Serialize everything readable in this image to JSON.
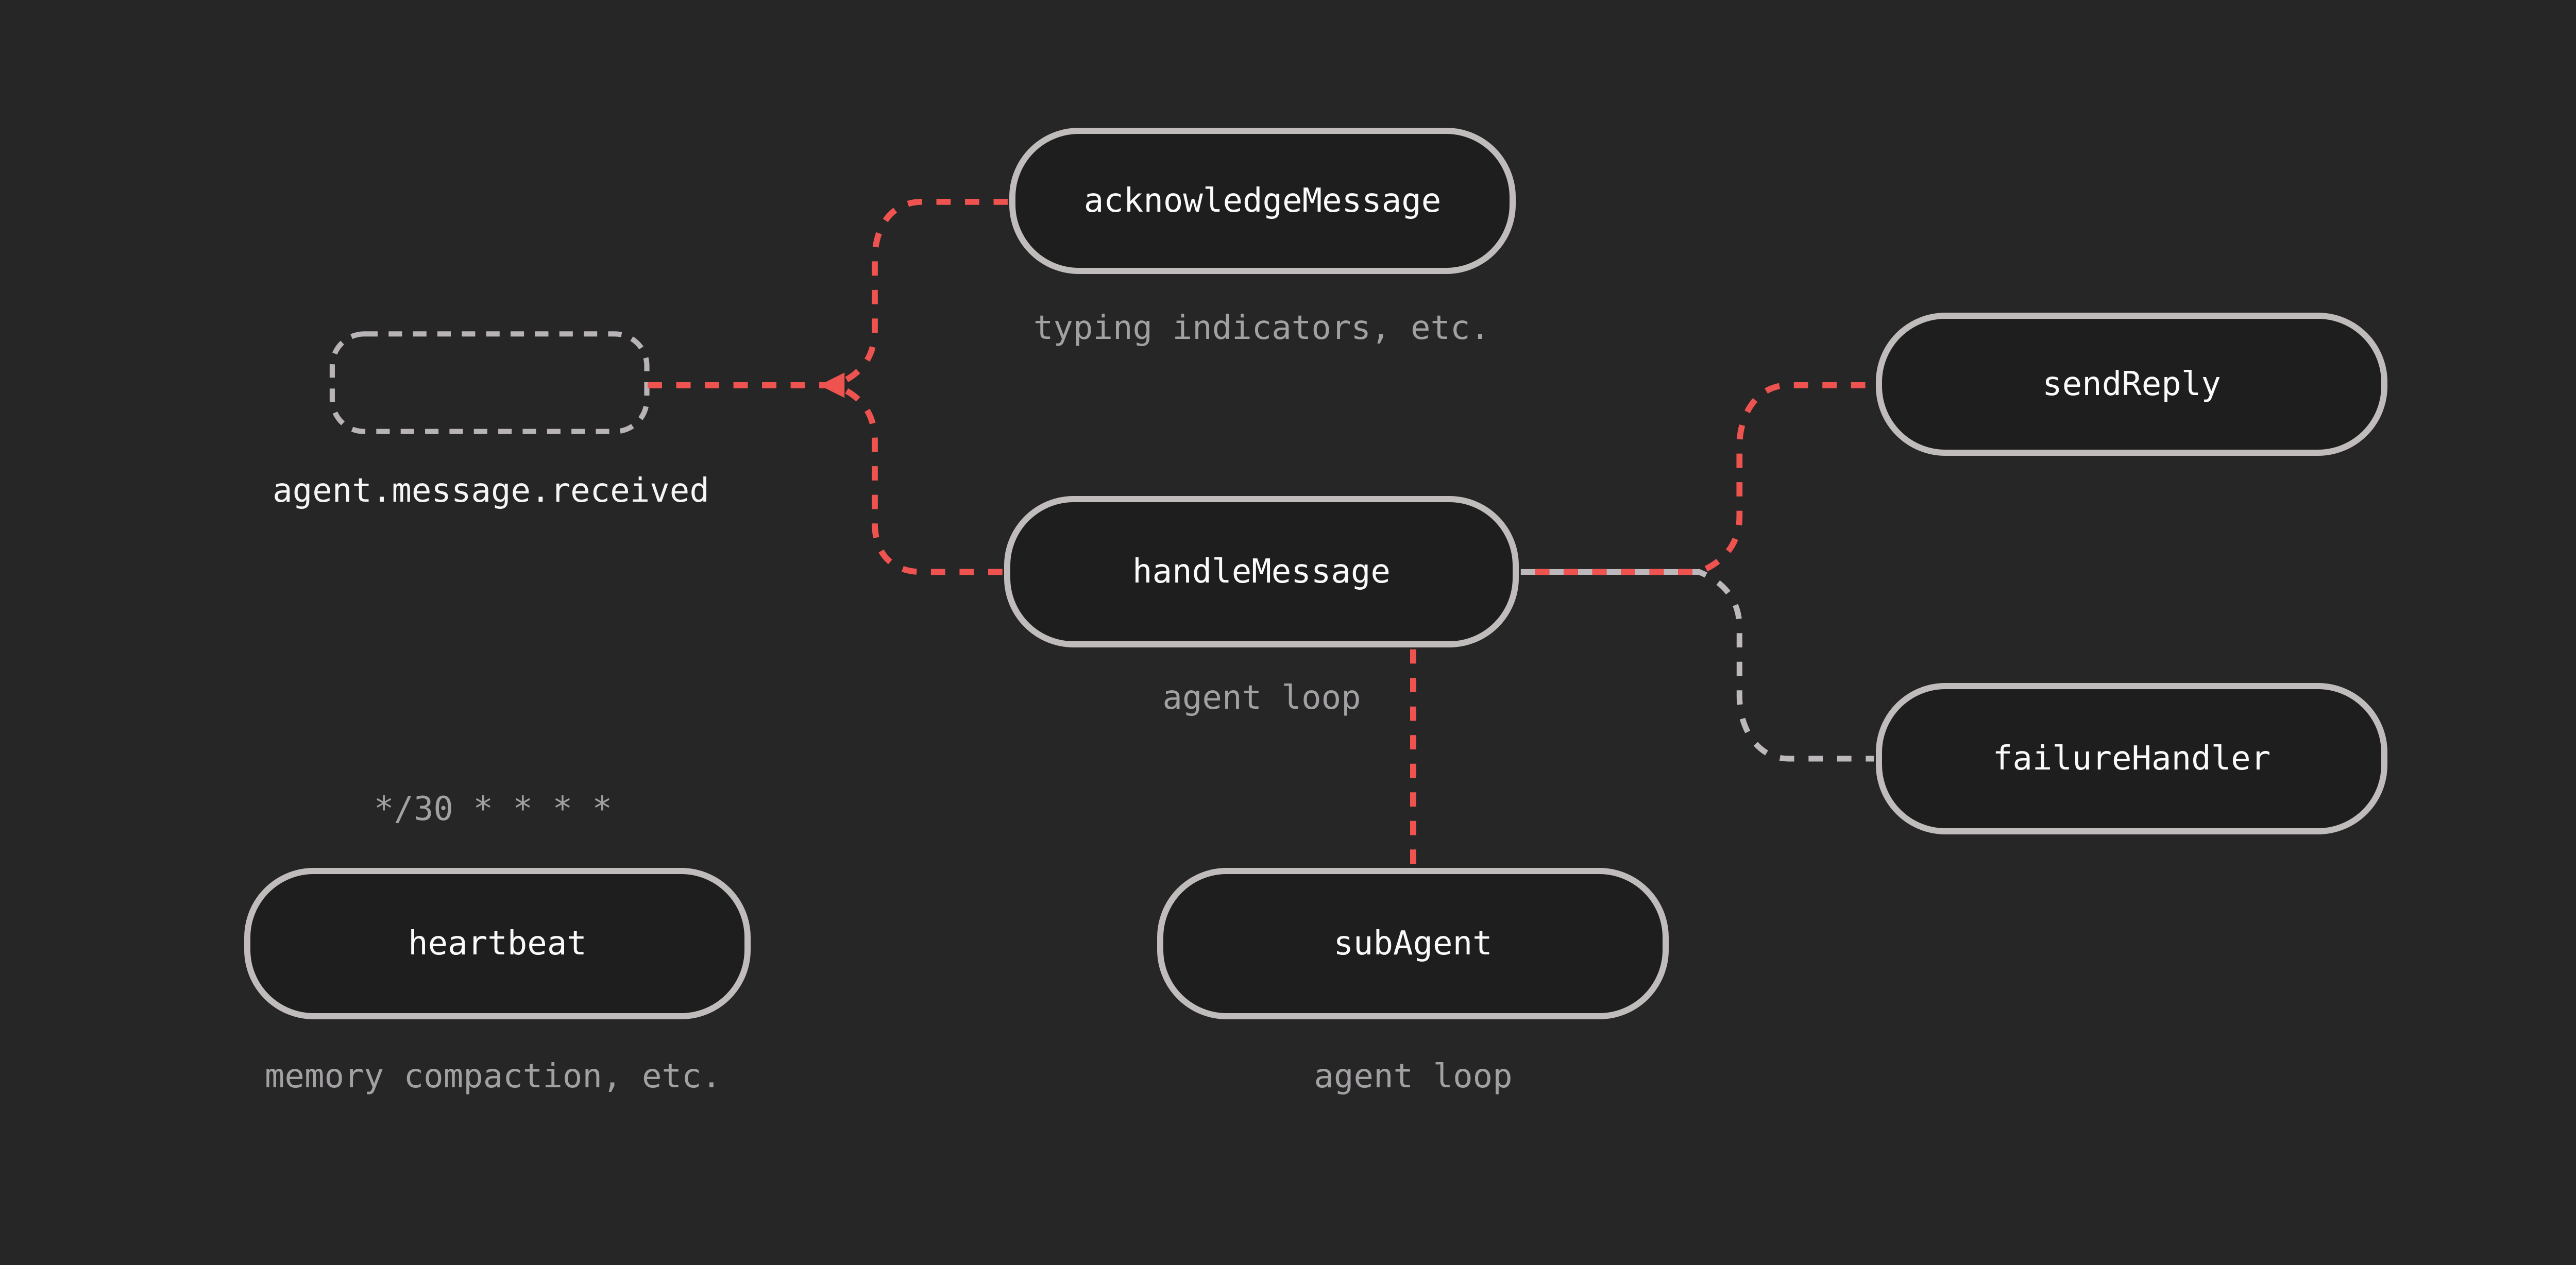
{
  "diagram": {
    "event_node": {
      "label": "agent.message.received"
    },
    "nodes": {
      "acknowledgeMessage": {
        "label": "acknowledgeMessage",
        "caption": "typing indicators, etc."
      },
      "handleMessage": {
        "label": "handleMessage",
        "caption": "agent loop"
      },
      "sendReply": {
        "label": "sendReply"
      },
      "failureHandler": {
        "label": "failureHandler"
      },
      "subAgent": {
        "label": "subAgent",
        "caption": "agent loop"
      },
      "heartbeat": {
        "label": "heartbeat",
        "caption": "memory compaction, etc.",
        "schedule": "*/30 * * * *"
      }
    },
    "edges": [
      {
        "from": "agent.message.received",
        "to": "acknowledgeMessage",
        "style": "dashed",
        "color": "red"
      },
      {
        "from": "agent.message.received",
        "to": "handleMessage",
        "style": "dashed",
        "color": "red"
      },
      {
        "from": "handleMessage",
        "to": "sendReply",
        "style": "dashed",
        "color": "red"
      },
      {
        "from": "handleMessage",
        "to": "failureHandler",
        "style": "dashed",
        "color": "gray"
      },
      {
        "from": "handleMessage",
        "to": "subAgent",
        "style": "dashed",
        "color": "red"
      }
    ],
    "colors": {
      "background": "#262626",
      "node_fill": "#1e1e1e",
      "node_border": "#c1bcbc",
      "edge_red": "#ee5350",
      "edge_gray": "#bcb8bc",
      "event_border": "#b7b3b7",
      "caption_text": "#a3a0a3",
      "node_text": "#fafafa"
    }
  }
}
